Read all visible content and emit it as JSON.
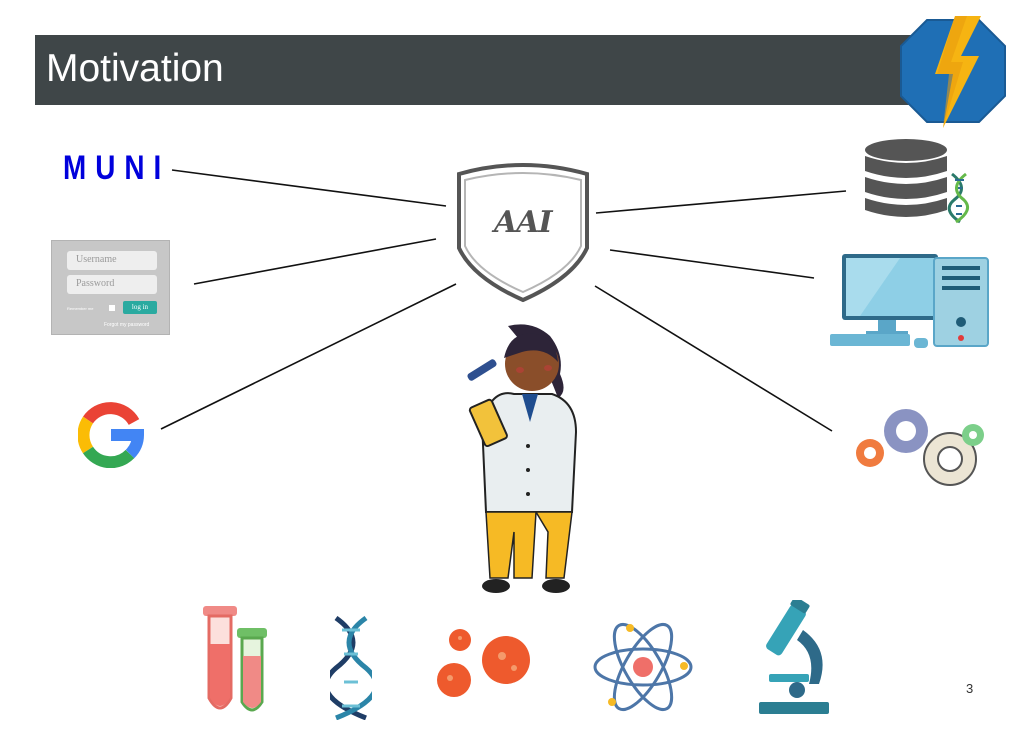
{
  "slide": {
    "title": "Motivation",
    "page_number": "3"
  },
  "center": {
    "shield_label": "AAI"
  },
  "identity_providers": {
    "muni_logo_text": "MUNI",
    "login_form": {
      "username_placeholder": "Username",
      "password_placeholder": "Password",
      "remember_label": "Remember me",
      "login_button": "log in",
      "forgot_link": "Forgot my password"
    },
    "google_icon": "google-g-icon"
  },
  "services": [
    "database-dna-icon",
    "desktop-computer-icon",
    "gears-icon"
  ],
  "bottom_icons": [
    "test-tubes-icon",
    "dna-helix-icon",
    "virus-icon",
    "atom-icon",
    "microscope-icon"
  ],
  "colors": {
    "title_bar": "#3f4648",
    "logo_blue": "#1f6fb5",
    "logo_bolt": "#f6b412",
    "muni_blue": "#0000dc",
    "login_button": "#2aaaa0"
  }
}
